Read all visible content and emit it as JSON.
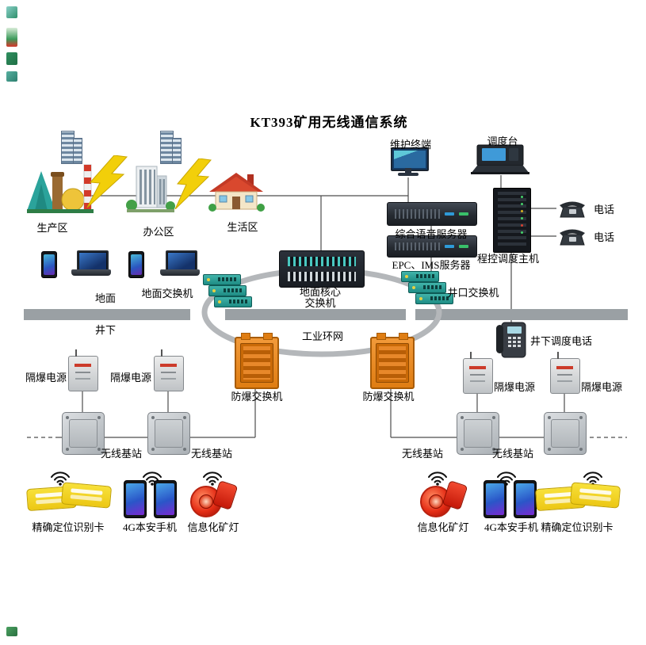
{
  "title": "KT393矿用无线通信系统",
  "surface": {
    "zones": {
      "production": "生产区",
      "office": "办公区",
      "living": "生活区"
    },
    "maintenance_terminal": "维护终端",
    "dispatch_console": "调度台",
    "voice_server": "综合语音服务器",
    "epc_ims_server": "EPC、IMS服务器",
    "dispatch_host": "程控调度主机",
    "telephone_1": "电话",
    "telephone_2": "电话",
    "ground_label": "地面",
    "underground_label": "井下",
    "ground_switch": "地面交换机",
    "core_switch": {
      "line1": "地面核心",
      "line2": "交换机"
    },
    "wellhead_switch": "井口交换机"
  },
  "ring": {
    "label": "工业环网"
  },
  "underground": {
    "dispatch_phone": "井下调度电话",
    "explosion_switch_left": "防爆交换机",
    "explosion_switch_right": "防爆交换机",
    "power": [
      "隔爆电源",
      "隔爆电源",
      "隔爆电源",
      "隔爆电源"
    ],
    "stations": [
      "无线基站",
      "无线基站",
      "无线基站",
      "无线基站"
    ],
    "card_left": "精确定位识别卡",
    "card_right": "精确定位识别卡",
    "phone4g_left": "4G本安手机",
    "phone4g_right": "4G本安手机",
    "lamp_left": "信息化矿灯",
    "lamp_right": "信息化矿灯"
  },
  "colors": {
    "explosion_proof_orange": "#df7d12",
    "switch_teal": "#22968d",
    "id_card_yellow": "#f2d416",
    "mine_lamp_red": "#e02c16",
    "ground_bar_gray": "#9aa0a4",
    "ring_gray": "#b4b7ba",
    "lightning_yellow": "#f2cf0a"
  }
}
